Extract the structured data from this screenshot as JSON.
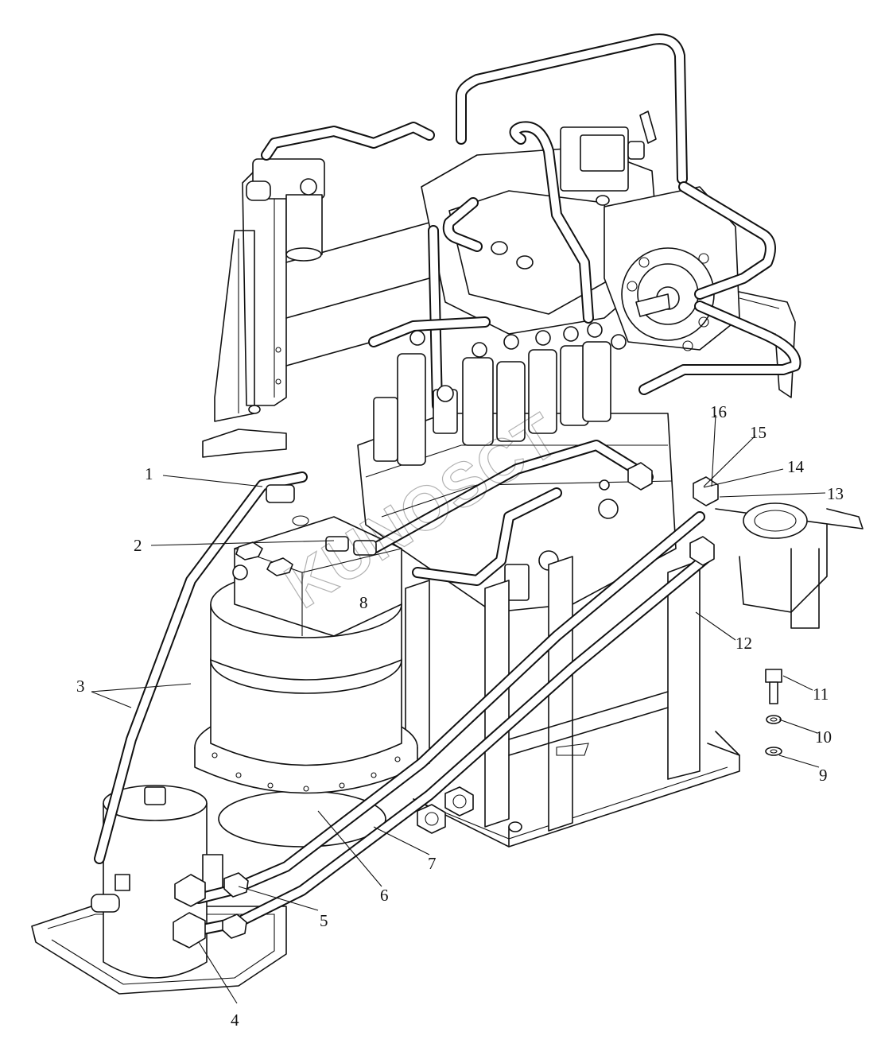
{
  "figure": {
    "callouts": [
      {
        "id": "c1",
        "label": "1"
      },
      {
        "id": "c2",
        "label": "2"
      },
      {
        "id": "c3",
        "label": "3"
      },
      {
        "id": "c4",
        "label": "4"
      },
      {
        "id": "c5",
        "label": "5"
      },
      {
        "id": "c6",
        "label": "6"
      },
      {
        "id": "c7",
        "label": "7"
      },
      {
        "id": "c8",
        "label": "8"
      },
      {
        "id": "c9",
        "label": "9"
      },
      {
        "id": "c10",
        "label": "10"
      },
      {
        "id": "c11",
        "label": "11"
      },
      {
        "id": "c12",
        "label": "12"
      },
      {
        "id": "c13",
        "label": "13"
      },
      {
        "id": "c14",
        "label": "14"
      },
      {
        "id": "c15",
        "label": "15"
      },
      {
        "id": "c16",
        "label": "16"
      }
    ]
  }
}
